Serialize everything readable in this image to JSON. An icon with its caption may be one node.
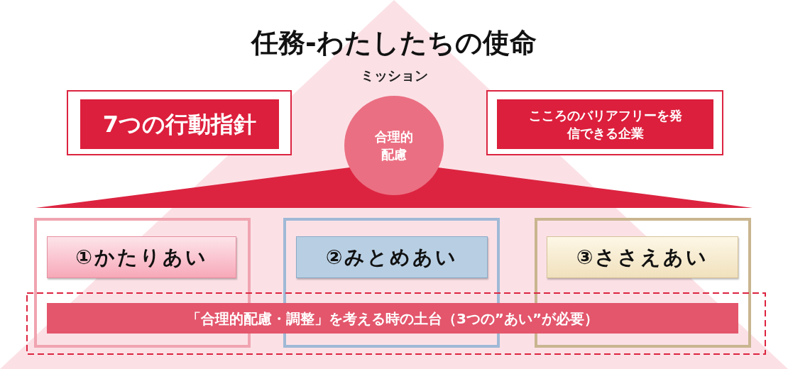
{
  "diagram": {
    "title": "任務-わたしたちの使命",
    "nodes": [
      {
        "text": [
          "7つの行動指針"
        ]
      },
      {
        "text": [
          "こころのバリアフリーを発信できる企業"
        ]
      },
      {
        "text": [
          "合理的配慮"
        ]
      },
      {
        "text": [
          "①かたりあい"
        ]
      },
      {
        "text": [
          "②みとめあい"
        ]
      },
      {
        "text": [
          "③ささえあい"
        ]
      },
      {
        "text": [
          "「合理的配慮・調整」を考える時の土台（3つの”あい”が必要）"
        ]
      }
    ],
    "edges": [],
    "labels": [
      "ミッション"
    ]
  }
}
